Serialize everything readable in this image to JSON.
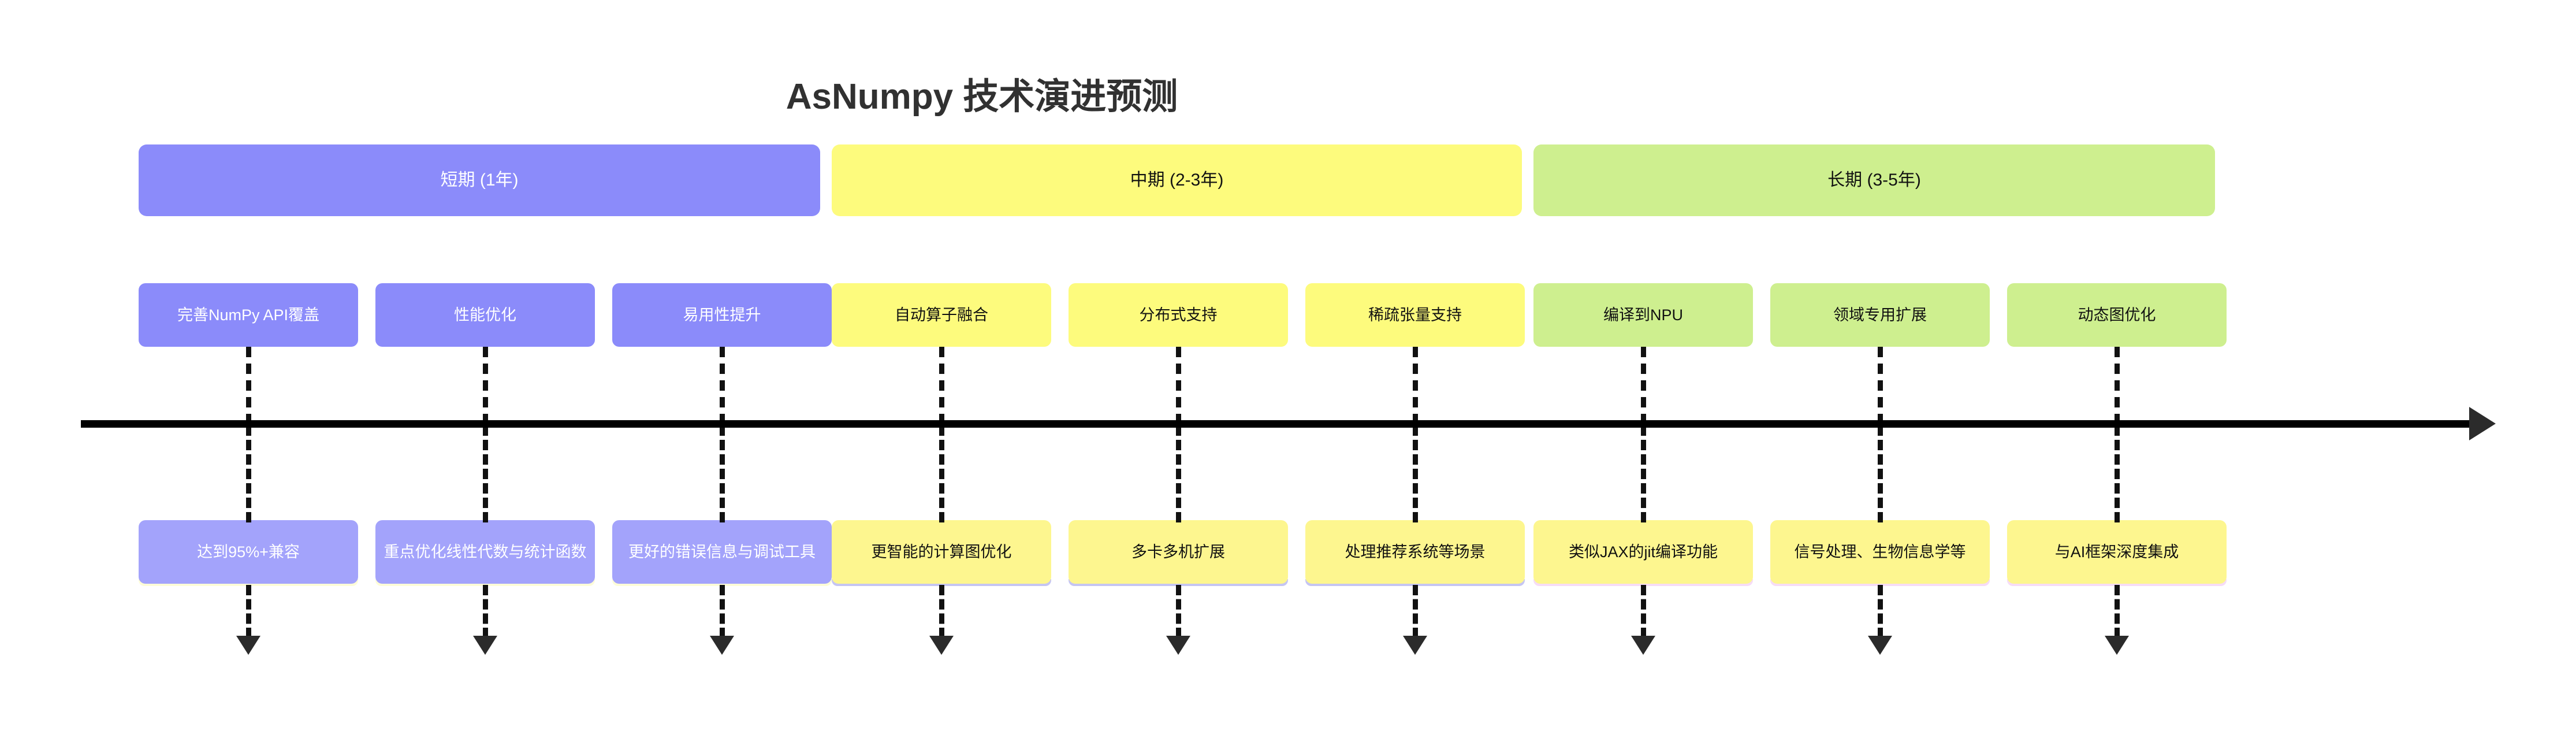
{
  "title": "AsNumpy 技术演进预测",
  "colors": {
    "phase_short": "#8b8bfa",
    "phase_mid": "#fdfb7d",
    "phase_long": "#ceef8f",
    "detail_purple": "#a3a3fb",
    "detail_yellow": "#fdf68f",
    "underlay_cream": "#fdfcd8",
    "underlay_lavender": "#c5c5f2",
    "underlay_pink": "#f6dcf6",
    "axis": "#000000",
    "title_text": "#313131",
    "text_light": "#ffffff",
    "text_dark": "#111111"
  },
  "axis": {
    "name": "timeline-axis",
    "direction": "left-to-right"
  },
  "phases": [
    {
      "id": "short",
      "label": "短期 (1年)",
      "bar_color": "#8b8bfa",
      "bar_text_color": "#ffffff",
      "box_color": "#8b8bfa",
      "box_text_color": "#ffffff",
      "detail_color": "#a3a3fb",
      "detail_text_color": "#ffffff",
      "underlay_color": "#fdfcd8",
      "items": [
        {
          "feature": "完善NumPy API覆盖",
          "detail": "达到95%+兼容"
        },
        {
          "feature": "性能优化",
          "detail": "重点优化线性代数与统计函数"
        },
        {
          "feature": "易用性提升",
          "detail": "更好的错误信息与调试工具"
        }
      ]
    },
    {
      "id": "mid",
      "label": "中期 (2-3年)",
      "bar_color": "#fdfb7d",
      "bar_text_color": "#111111",
      "box_color": "#fdfb7d",
      "box_text_color": "#111111",
      "detail_color": "#fdf68f",
      "detail_text_color": "#111111",
      "underlay_color": "#c5c5f2",
      "items": [
        {
          "feature": "自动算子融合",
          "detail": "更智能的计算图优化"
        },
        {
          "feature": "分布式支持",
          "detail": "多卡多机扩展"
        },
        {
          "feature": "稀疏张量支持",
          "detail": "处理推荐系统等场景"
        }
      ]
    },
    {
      "id": "long",
      "label": "长期 (3-5年)",
      "bar_color": "#ceef8f",
      "bar_text_color": "#111111",
      "box_color": "#ceef8f",
      "box_text_color": "#111111",
      "detail_color": "#fdf68f",
      "detail_text_color": "#111111",
      "underlay_color": "#f6dcf6",
      "items": [
        {
          "feature": "编译到NPU",
          "detail": "类似JAX的jit编译功能"
        },
        {
          "feature": "领域专用扩展",
          "detail": "信号处理、生物信息学等"
        },
        {
          "feature": "动态图优化",
          "detail": "与AI框架深度集成"
        }
      ]
    }
  ]
}
